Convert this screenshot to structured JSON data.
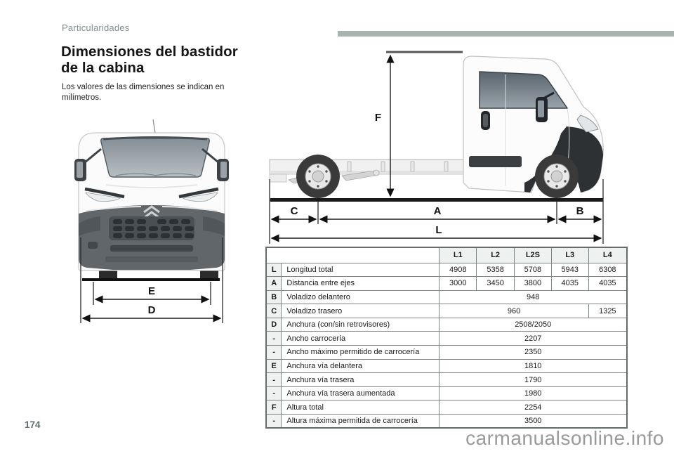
{
  "page": {
    "breadcrumb": "Particularidades",
    "title": "Dimensiones del bastidor de la cabina",
    "intro": "Los valores de las dimensiones se indican en milímetros.",
    "page_number": "174",
    "watermark": "carmanualsonline.info",
    "accent_bar_color": "#a9b3b1"
  },
  "diagram_side": {
    "label_f": "F",
    "label_c": "C",
    "label_a": "A",
    "label_b": "B",
    "label_l": "L"
  },
  "diagram_front": {
    "label_e": "E",
    "label_d": "D"
  },
  "table": {
    "columns": [
      "L1",
      "L2",
      "L2S",
      "L3",
      "L4"
    ],
    "rows": [
      {
        "letter": "L",
        "label": "Longitud total",
        "values": [
          "4908",
          "5358",
          "5708",
          "5943",
          "6308"
        ]
      },
      {
        "letter": "A",
        "label": "Distancia entre ejes",
        "values": [
          "3000",
          "3450",
          "3800",
          "4035",
          "4035"
        ]
      },
      {
        "letter": "B",
        "label": "Voladizo delantero",
        "value": "948"
      },
      {
        "letter": "C",
        "label": "Voladizo trasero",
        "value": "960",
        "value_l4": "1325"
      },
      {
        "letter": "D",
        "label": "Anchura (con/sin retrovisores)",
        "value": "2508/2050"
      },
      {
        "letter": "-",
        "label": "Ancho carrocería",
        "value": "2207"
      },
      {
        "letter": "-",
        "label": "Ancho máximo permitido de carrocería",
        "value": "2350"
      },
      {
        "letter": "E",
        "label": "Anchura vía delantera",
        "value": "1810"
      },
      {
        "letter": "-",
        "label": "Anchura vía trasera",
        "value": "1790"
      },
      {
        "letter": "-",
        "label": "Anchura vía trasera aumentada",
        "value": "1980"
      },
      {
        "letter": "F",
        "label": "Altura total",
        "value": "2254"
      },
      {
        "letter": "-",
        "label": "Altura máxima permitida de carrocería",
        "value": "3500"
      }
    ]
  }
}
